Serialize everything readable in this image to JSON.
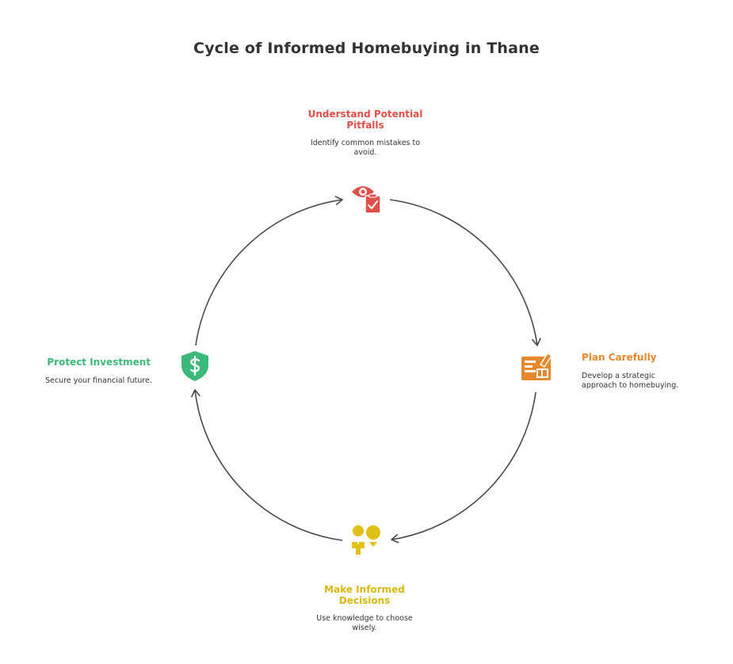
{
  "title": "Cycle of Informed Homebuying in Thane",
  "colors": {
    "arrow": "#4a4a4a",
    "pitfalls": "#e0504a",
    "plan": "#e58a2c",
    "decisions": "#e0c014",
    "protect": "#3cb878"
  },
  "steps": [
    {
      "title": "Understand Potential Pitfalls",
      "description": "Identify common mistakes to avoid.",
      "icon": "eye-clipboard-icon"
    },
    {
      "title": "Plan Carefully",
      "description": "Develop a strategic approach to homebuying.",
      "icon": "blueprint-pencil-icon"
    },
    {
      "title": "Make Informed Decisions",
      "description": "Use knowledge to choose wisely.",
      "icon": "person-lightbulb-icon"
    },
    {
      "title": "Protect Investment",
      "description": "Secure your financial future.",
      "icon": "shield-dollar-icon"
    }
  ]
}
